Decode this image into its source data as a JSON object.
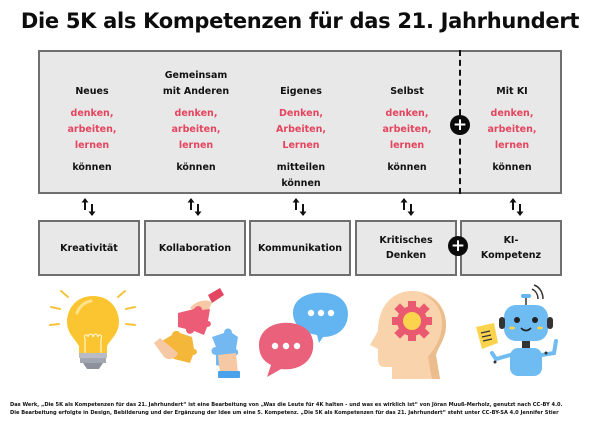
{
  "title": "Die 5K als Kompetenzen für das 21. Jahrhundert",
  "colors": {
    "box_fill": "#e8e8e8",
    "box_border": "#6f6f6f",
    "accent_red": "#e5445e",
    "text_dark": "#111111"
  },
  "columns": [
    {
      "heading": [
        "",
        "Neues"
      ],
      "verbs": [
        "denken,",
        "arbeiten,",
        "lernen"
      ],
      "can": [
        "können"
      ]
    },
    {
      "heading": [
        "Gemeinsam",
        "mit Anderen"
      ],
      "verbs": [
        "denken,",
        "arbeiten,",
        "lernen"
      ],
      "can": [
        "können"
      ]
    },
    {
      "heading": [
        "",
        "Eigenes"
      ],
      "verbs": [
        "Denken,",
        "Arbeiten,",
        "Lernen"
      ],
      "can": [
        "mitteilen",
        "können"
      ]
    },
    {
      "heading": [
        "",
        "Selbst"
      ],
      "verbs": [
        "denken,",
        "arbeiten,",
        "lernen"
      ],
      "can": [
        "können"
      ]
    },
    {
      "heading": [
        "",
        "Mit KI"
      ],
      "verbs": [
        "denken,",
        "arbeiten,",
        "lernen"
      ],
      "can": [
        "können"
      ]
    }
  ],
  "plus_symbol": "+",
  "arrow_icon": "up-down-arrows",
  "competencies": [
    {
      "label": [
        "Kreativität"
      ],
      "icon": "lightbulb-icon"
    },
    {
      "label": [
        "Kollaboration"
      ],
      "icon": "puzzle-hands-icon"
    },
    {
      "label": [
        "Kommunikation"
      ],
      "icon": "speech-bubbles-icon"
    },
    {
      "label": [
        "Kritisches",
        "Denken"
      ],
      "icon": "head-gear-icon"
    },
    {
      "label": [
        "KI-",
        "Kompetenz"
      ],
      "icon": "robot-icon"
    }
  ],
  "footer": {
    "line1": "Das Werk, „Die 5K als Kompetenzen für das 21. Jahrhundert“ ist eine Bearbeitung von „Was die Leute für 4K halten - und was es wirklich ist“ von Jöran Muuß-Merholz, genutzt nach CC-BY 4.0.",
    "line2": "Die Bearbeitung erfolgte in Design, Bebilderung und der Ergänzung der Idee um eine 5. Kompetenz. „Die 5K als Kompetenzen für das 21. Jahrhundert“ steht unter CC-BY-SA 4.0 Jennifer Stier"
  }
}
